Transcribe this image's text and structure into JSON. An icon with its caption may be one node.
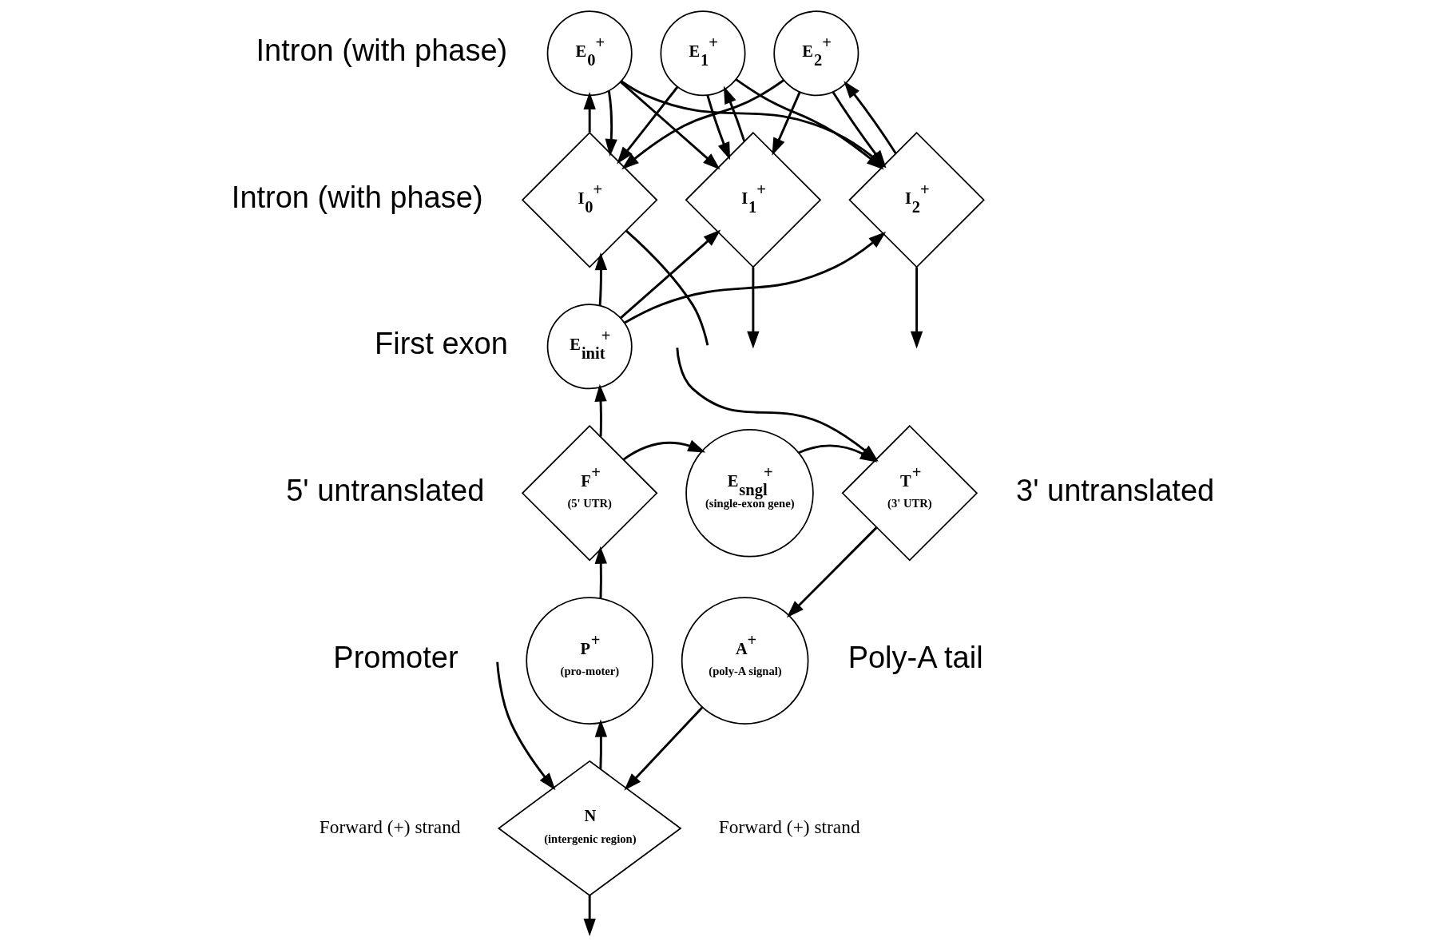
{
  "diagram": {
    "nodes": [
      {
        "text": [
          "E$_{0}$$^{+}$"
        ],
        "beside": [
          "Intron (with phase)"
        ]
      },
      {
        "text": [
          "E$_{1}$$^{+}$"
        ]
      },
      {
        "text": [
          "E$_{2}$$^{+}$"
        ]
      },
      {
        "text": [
          "I$_{0}$$^{+}$"
        ],
        "beside": [
          "Intron (with phase)"
        ]
      },
      {
        "text": [
          "I$_{1}$$^{+}$"
        ]
      },
      {
        "text": [
          "I$_{2}$$^{+}$"
        ]
      },
      {
        "text": [
          "E$_{init}$$^{+}$"
        ],
        "beside": [
          "First exon"
        ]
      },
      {
        "text": [
          "F$^{+}$",
          "(5' UTR)"
        ],
        "beside": [
          "5' untranslated"
        ]
      },
      {
        "text": [
          "E$_{sngl}$$^{+}$",
          "(single-exon gene)"
        ]
      },
      {
        "text": [
          "T$^{+}$",
          "(3' UTR)"
        ],
        "beside": [
          "3' untranslated"
        ]
      },
      {
        "text": [
          "P$^{+}$",
          "(pro-moter)"
        ],
        "beside": [
          "Promoter"
        ]
      },
      {
        "text": [
          "A$^{+}$",
          "(poly-A signal)"
        ],
        "beside": [
          "Poly-A tail"
        ]
      },
      {
        "text": [
          "N",
          "(intergenic region)"
        ]
      }
    ],
    "edges": [
      {
        "from": 3,
        "to": 0,
        "arrow": "to"
      },
      {
        "from": 0,
        "to": 3,
        "arrow": "to"
      },
      {
        "from": 0,
        "to": 4,
        "arrow": "to"
      },
      {
        "from": 0,
        "to": 5,
        "arrow": "to"
      },
      {
        "from": 1,
        "to": 3,
        "arrow": "to"
      },
      {
        "from": 4,
        "to": 1,
        "arrow": "to"
      },
      {
        "from": 1,
        "to": 4,
        "arrow": "to"
      },
      {
        "from": 1,
        "to": 5,
        "arrow": "to"
      },
      {
        "from": 2,
        "to": 3,
        "arrow": "to"
      },
      {
        "from": 2,
        "to": 4,
        "arrow": "to"
      },
      {
        "from": 2,
        "to": 5,
        "arrow": "to"
      },
      {
        "from": 5,
        "to": 2,
        "arrow": "to"
      },
      {
        "from": 6,
        "to": 3,
        "arrow": "to"
      },
      {
        "from": 6,
        "to": 4,
        "arrow": "to"
      },
      {
        "from": 6,
        "to": 5,
        "arrow": "to"
      },
      {
        "from": 3,
        "to": null,
        "arrow": "none"
      },
      {
        "from": 4,
        "to": null,
        "arrow": "to"
      },
      {
        "from": 5,
        "to": null,
        "arrow": "to"
      },
      {
        "from": 7,
        "to": 6,
        "arrow": "to"
      },
      {
        "from": 7,
        "to": 8,
        "arrow": "to"
      },
      {
        "from": 8,
        "to": 9,
        "arrow": "to"
      },
      {
        "from": null,
        "to": 9,
        "arrow": "to"
      },
      {
        "from": 9,
        "to": 11,
        "arrow": "to"
      },
      {
        "from": 10,
        "to": 7,
        "arrow": "to"
      },
      {
        "from": 12,
        "to": 10,
        "arrow": "to"
      },
      {
        "from": 11,
        "to": 12,
        "arrow": "to"
      },
      {
        "from": null,
        "to": 12,
        "arrow": "to"
      },
      {
        "from": 12,
        "to": null,
        "arrow": "to"
      }
    ],
    "labels": [
      "Forward (+) strand",
      "Forward (+) strand"
    ]
  }
}
